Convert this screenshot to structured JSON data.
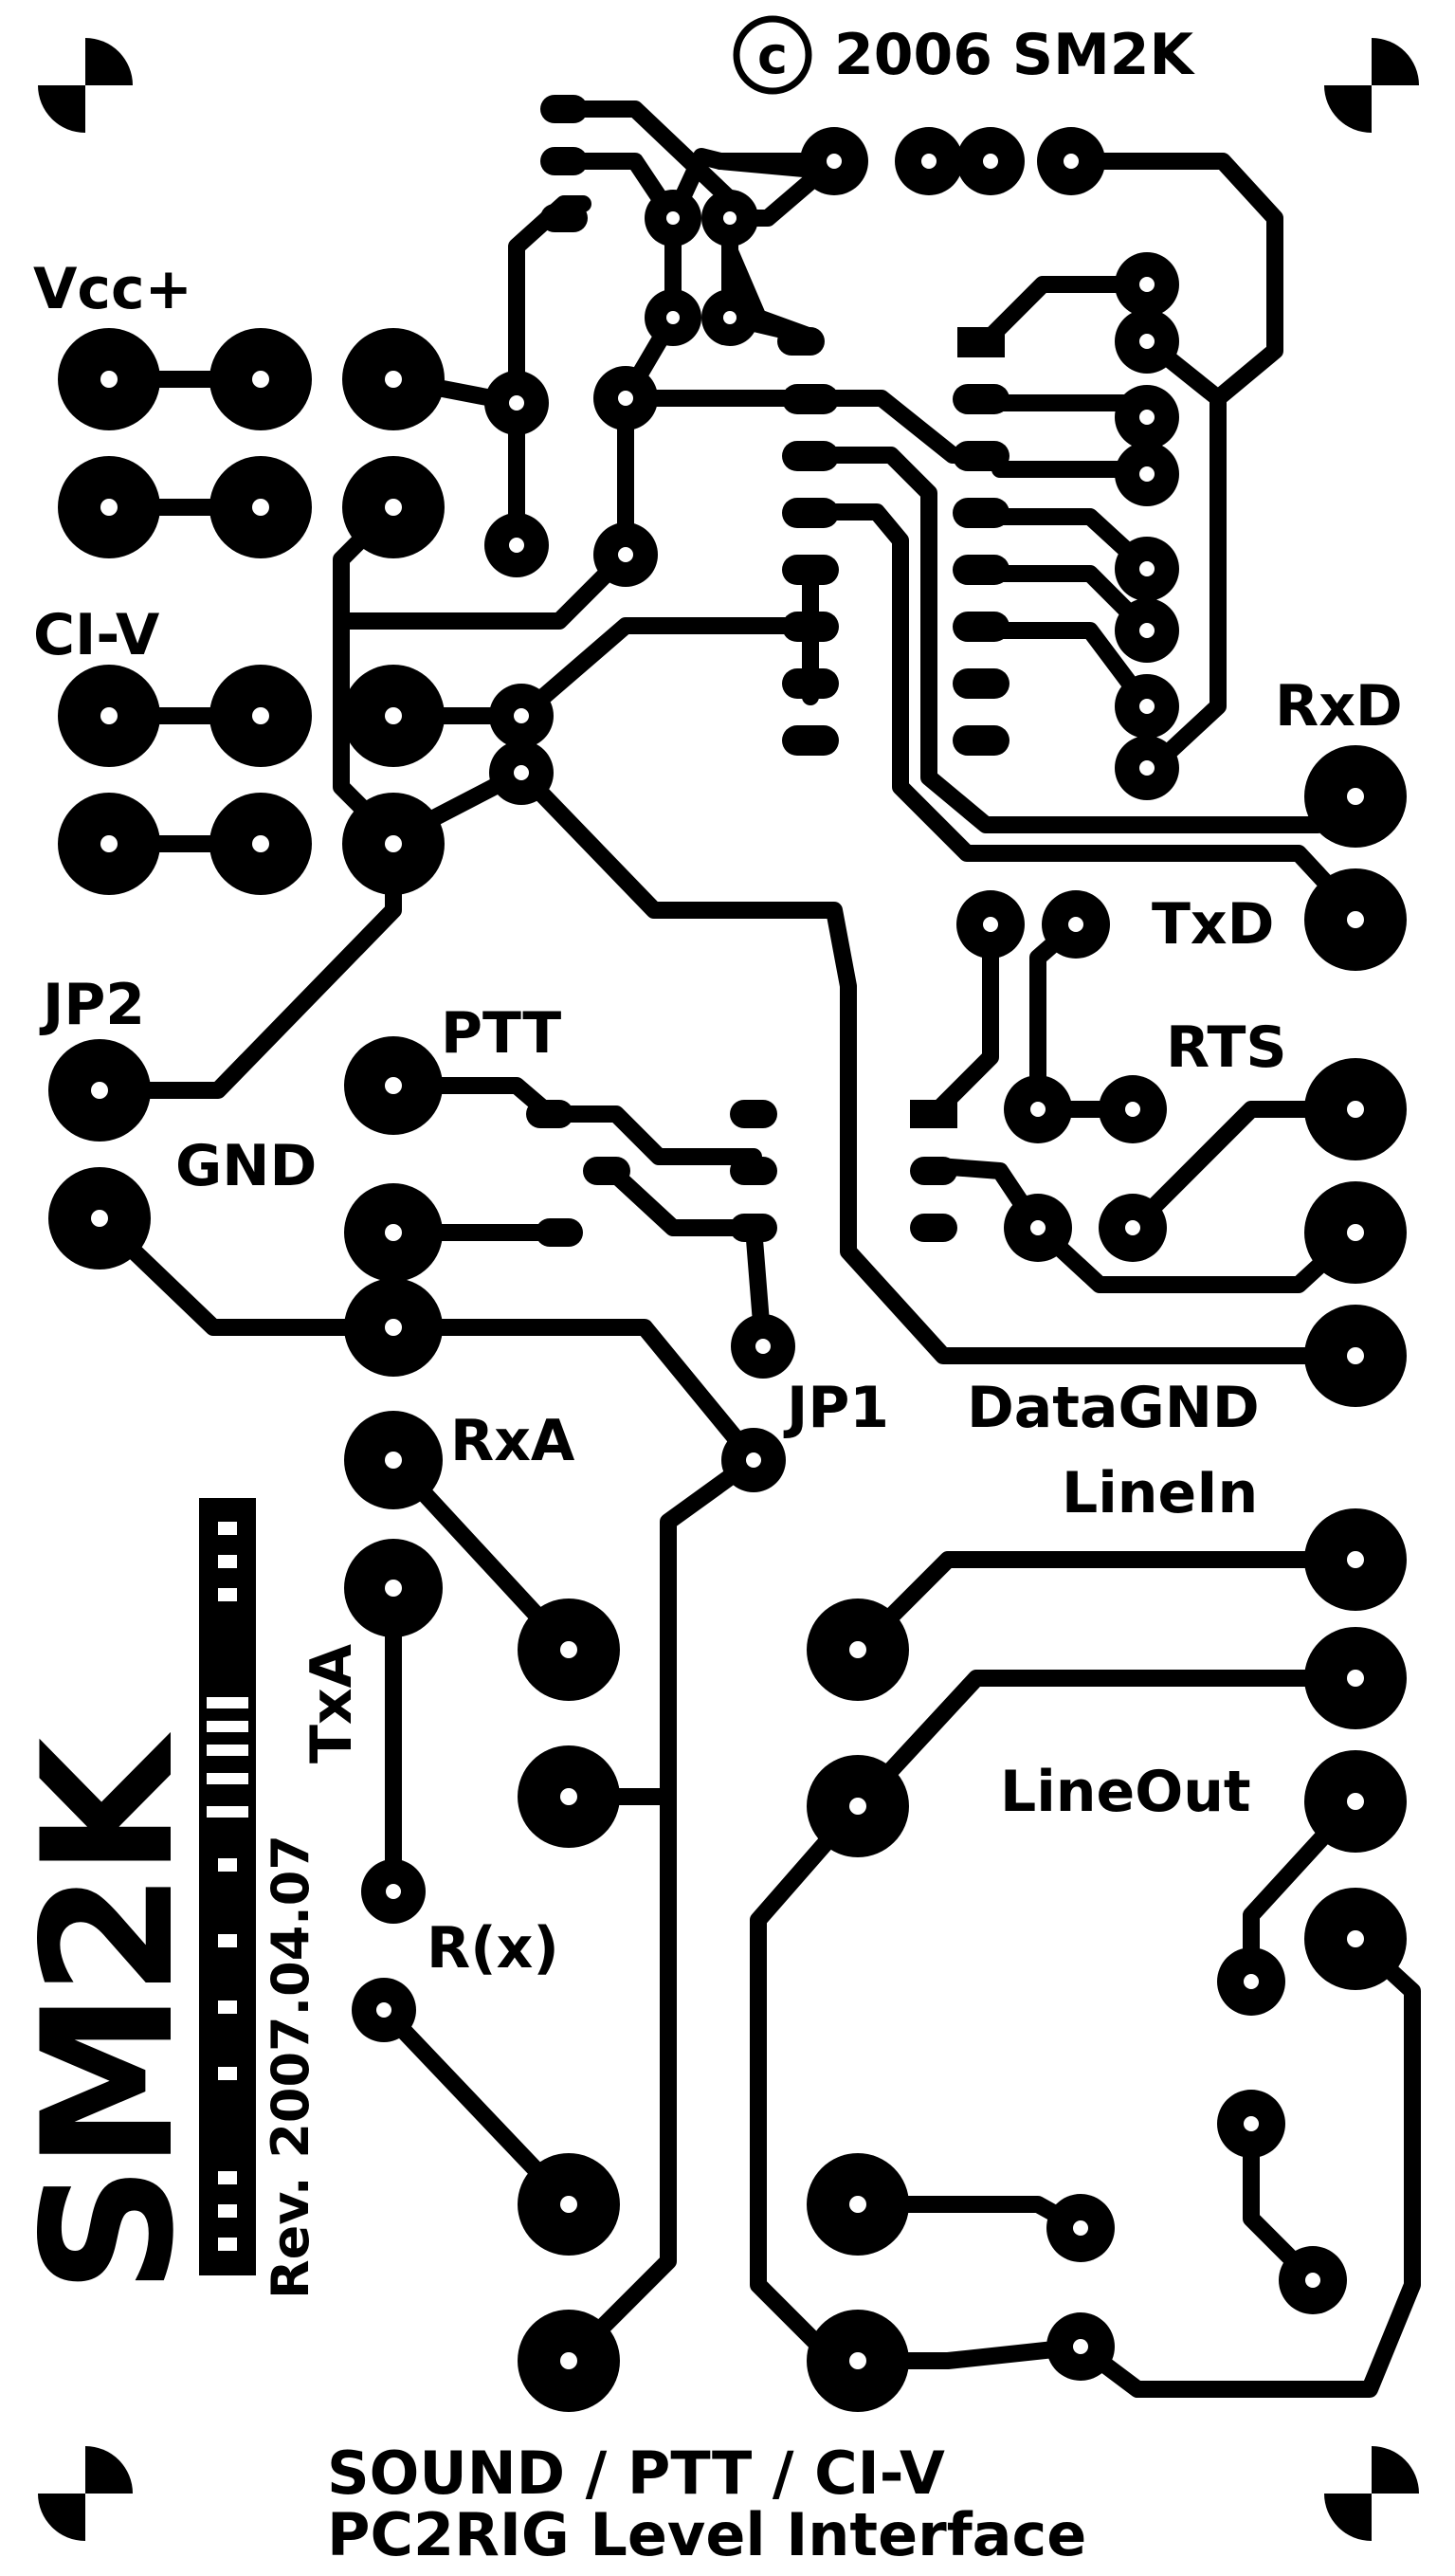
{
  "board": {
    "copyright_symbol": "c",
    "copyright_text": "2006 SM2K",
    "logo_text": "SM2K",
    "revision": "Rev. 2007.04.07",
    "footer_line1": "SOUND / PTT / CI-V",
    "footer_line2": "PC2RIG Level Interface",
    "ink_color": "#000000",
    "paper_color": "#ffffff"
  },
  "labels": {
    "vcc": "Vcc+",
    "civ": "CI-V",
    "jp2": "JP2",
    "gnd": "GND",
    "ptt": "PTT",
    "rxd": "RxD",
    "txd": "TxD",
    "rts": "RTS",
    "jp1": "JP1",
    "datagnd": "DataGND",
    "rxa": "RxA",
    "txa": "TxA",
    "linein": "LineIn",
    "lineout": "LineOut",
    "rx": "R(x)"
  }
}
